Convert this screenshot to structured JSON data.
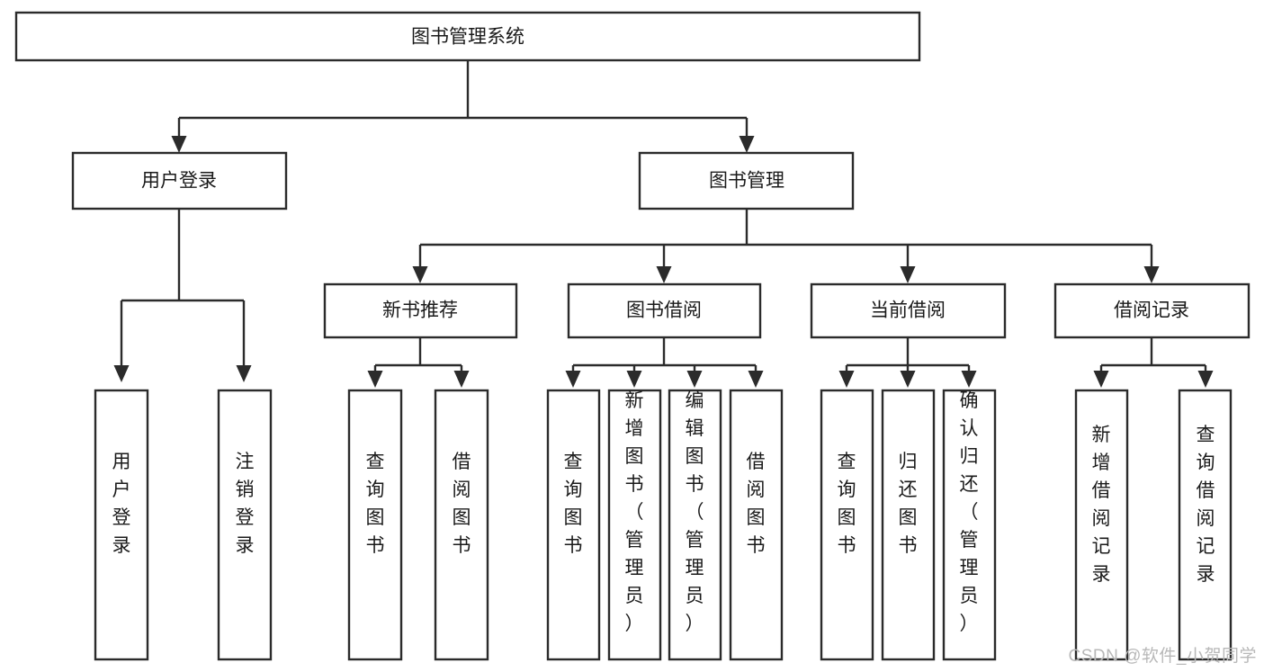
{
  "diagram": {
    "type": "tree",
    "title": "图书管理系统",
    "orientation": "top-down",
    "colors": {
      "stroke": "#2b2b2b",
      "fill": "#ffffff",
      "text": "#1a1a1a",
      "watermark": "#b8b8b8"
    },
    "root": {
      "label": "图书管理系统"
    },
    "level2": [
      {
        "label": "用户登录"
      },
      {
        "label": "图书管理"
      }
    ],
    "level3": [
      {
        "label": "新书推荐"
      },
      {
        "label": "图书借阅"
      },
      {
        "label": "当前借阅"
      },
      {
        "label": "借阅记录"
      }
    ],
    "leaves": {
      "user_login": [
        {
          "label": "用户登录"
        },
        {
          "label": "注销登录"
        }
      ],
      "new_book_recommend": [
        {
          "label": "查询图书"
        },
        {
          "label": "借阅图书"
        }
      ],
      "book_borrow": [
        {
          "label": "查询图书"
        },
        {
          "label": "新增图书（管理员）"
        },
        {
          "label": "编辑图书（管理员）"
        },
        {
          "label": "借阅图书"
        }
      ],
      "current_borrow": [
        {
          "label": "查询图书"
        },
        {
          "label": "归还图书"
        },
        {
          "label": "确认归还（管理员）"
        }
      ],
      "borrow_record": [
        {
          "label": "新增借阅记录"
        },
        {
          "label": "查询借阅记录"
        }
      ]
    }
  },
  "watermark": {
    "text": "CSDN @软件_小贺同学"
  }
}
